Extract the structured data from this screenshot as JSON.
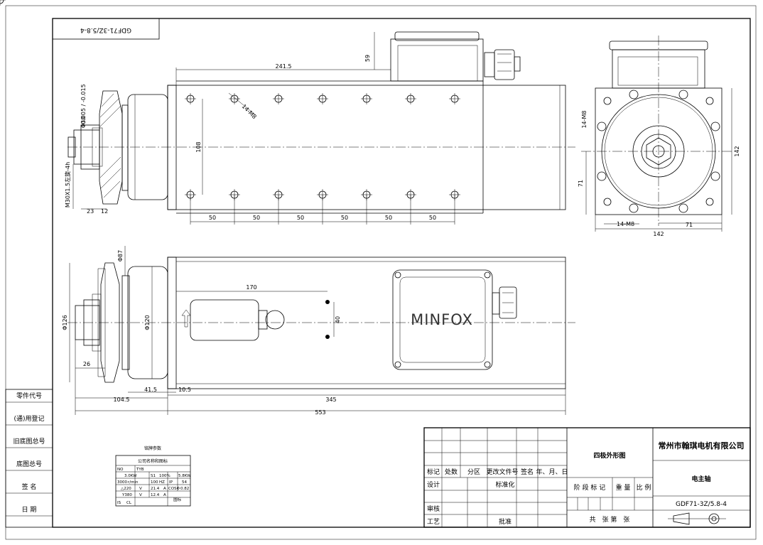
{
  "drawing_number_box": "GDF71-3Z/5.8-4",
  "top_view": {
    "dims": {
      "d241": "241.5",
      "d59": "59",
      "d108": "108",
      "d50": "50",
      "thread": "14-M8",
      "d30": "Φ30",
      "tol": "-0.005 / -0.015",
      "shaft_thread": "M30X1.5左旋-4h",
      "d23": "23",
      "d12": "12"
    }
  },
  "end_view": {
    "dims": {
      "thread_top": "14-M8",
      "thread_bottom": "14-M8",
      "d142v": "142",
      "d142h": "142",
      "d71v": "71",
      "d71h": "71"
    }
  },
  "side_view": {
    "brand": "MINFOX",
    "dims": {
      "d87": "Φ87",
      "d126": "Φ126",
      "d120": "Φ120",
      "d170": "170",
      "d40": "40",
      "d26": "26",
      "d41_5": "41.5",
      "d10_5": "10.5",
      "d104_5": "104.5",
      "d345": "345",
      "d553": "553"
    }
  },
  "left_labels": [
    "零件代号",
    "(通)用登记",
    "旧底图总号",
    "底图总号",
    "签 名",
    "日 期"
  ],
  "nameplate": {
    "heading": "铭牌参数",
    "company": "公司名称和图标",
    "rows": [
      [
        "NO",
        "TYB",
        "",
        "",
        "",
        ""
      ],
      [
        "",
        "3.0KW",
        "S1",
        "100%",
        "5.8KW",
        ""
      ],
      [
        "3000",
        "r/min",
        "100",
        "HZ",
        "IP",
        "54"
      ],
      [
        "△220",
        "V",
        "21.4",
        "A",
        "COSΦ",
        "0.82"
      ],
      [
        "Y380",
        "V",
        "12.4",
        "A",
        "",
        ""
      ],
      [
        "IS",
        "CL",
        "",
        "",
        "",
        "图标"
      ]
    ]
  },
  "title_block": {
    "view_title": "四极外形图",
    "company": "常州市翰琪电机有限公司",
    "product": "电主轴",
    "model": "GDF71-3Z/5.8-4",
    "headers": [
      "标记",
      "处数",
      "分区",
      "更改文件号",
      "签名",
      "年、月、日"
    ],
    "row_design": "设计",
    "row_std": "标准化",
    "row_review": "审核",
    "row_process": "工艺",
    "row_approve": "批准",
    "stage": "阶 段 标 记",
    "weight": "重 量",
    "scale": "比 例",
    "sheets": "共　张 第　张"
  }
}
